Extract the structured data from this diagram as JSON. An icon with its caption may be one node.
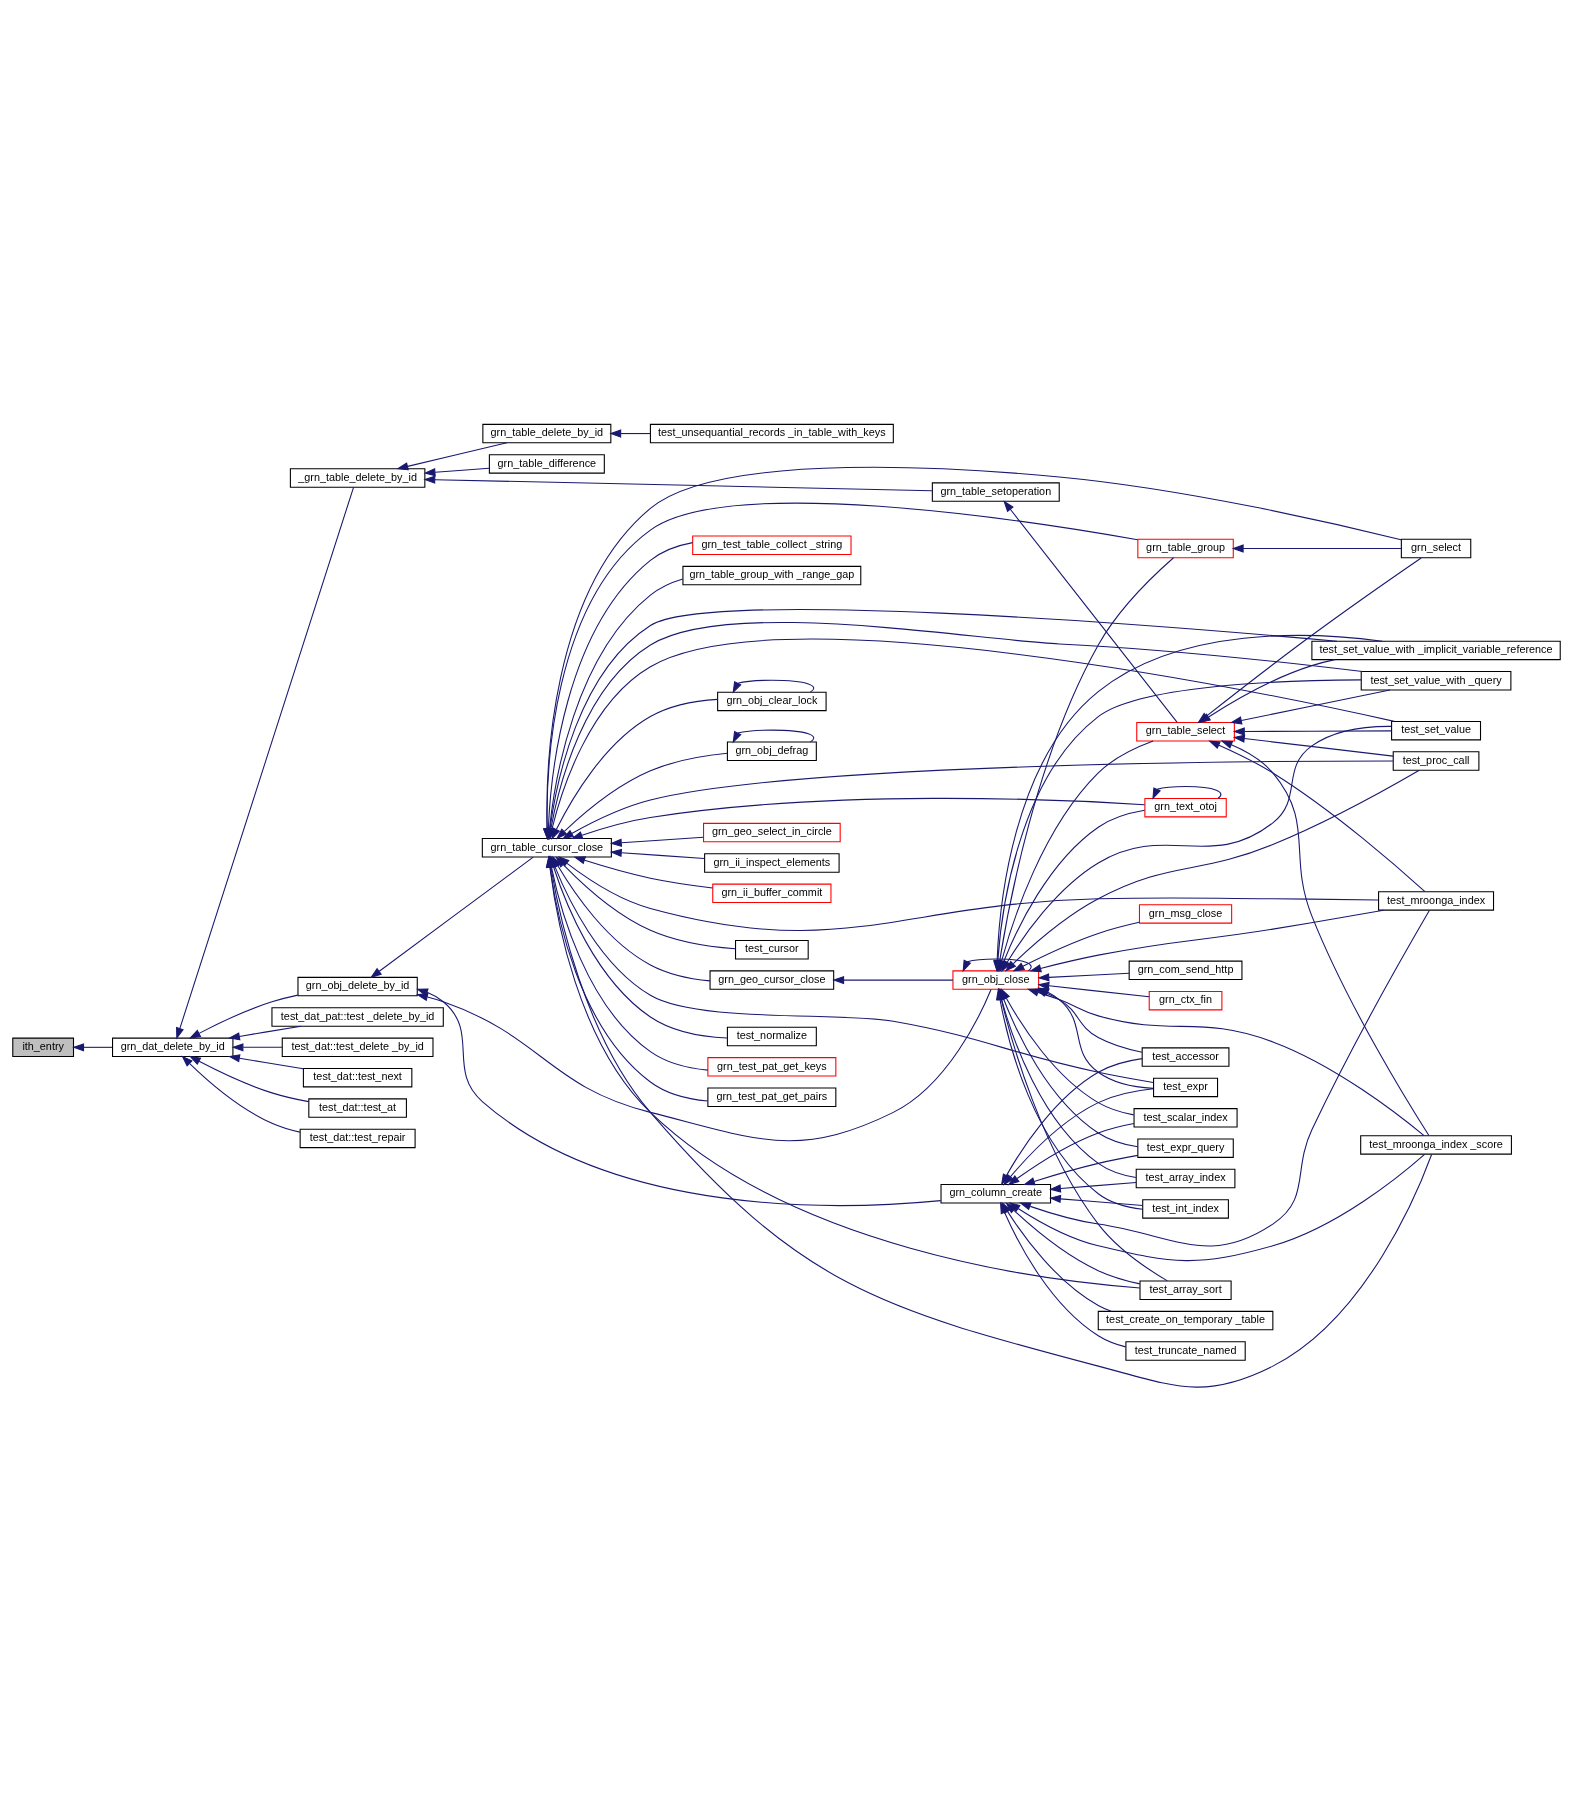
{
  "diagram": {
    "nodes": [
      {
        "text": [
          "ith_entry"
        ]
      },
      {
        "text": [
          "grn_dat_delete_by_id"
        ]
      },
      {
        "text": [
          "_grn_table_delete_by_id"
        ]
      },
      {
        "text": [
          "grn_obj_delete_by_id"
        ]
      },
      {
        "text": [
          "test_dat_pat::test _delete_by_id"
        ]
      },
      {
        "text": [
          "test_dat::test_delete _by_id"
        ]
      },
      {
        "text": [
          "test_dat::test_next"
        ]
      },
      {
        "text": [
          "test_dat::test_at"
        ]
      },
      {
        "text": [
          "test_dat::test_repair"
        ]
      },
      {
        "text": [
          "grn_table_delete_by_id"
        ]
      },
      {
        "text": [
          "grn_table_difference"
        ]
      },
      {
        "text": [
          "grn_table_cursor_close"
        ]
      },
      {
        "text": [
          "test_unsequantial_records _in_table_with_keys"
        ]
      },
      {
        "text": [
          "test_normalize"
        ]
      },
      {
        "text": [
          "grn_test_pat_get_keys"
        ]
      },
      {
        "text": [
          "grn_test_pat_get_pairs"
        ]
      },
      {
        "text": [
          "grn_test_table_collect _string"
        ]
      },
      {
        "text": [
          "grn_table_group_with _range_gap"
        ]
      },
      {
        "text": [
          "grn_geo_cursor_close"
        ]
      },
      {
        "text": [
          "grn_obj_clear_lock"
        ]
      },
      {
        "text": [
          "grn_obj_defrag"
        ]
      },
      {
        "text": [
          "grn_geo_select_in_circle"
        ]
      },
      {
        "text": [
          "grn_ii_inspect_elements"
        ]
      },
      {
        "text": [
          "grn_ii_buffer_commit"
        ]
      },
      {
        "text": [
          "test_cursor"
        ]
      },
      {
        "text": [
          "grn_table_setoperation"
        ]
      },
      {
        "text": [
          "grn_table_group"
        ]
      },
      {
        "text": [
          "grn_table_select"
        ]
      },
      {
        "text": [
          "grn_text_otoj"
        ]
      },
      {
        "text": [
          "grn_obj_close"
        ]
      },
      {
        "text": [
          "grn_msg_close"
        ]
      },
      {
        "text": [
          "grn_com_send_http"
        ]
      },
      {
        "text": [
          "grn_ctx_fin"
        ]
      },
      {
        "text": [
          "grn_column_create"
        ]
      },
      {
        "text": [
          "grn_select"
        ]
      },
      {
        "text": [
          "test_set_value_with _query"
        ]
      },
      {
        "text": [
          "test_proc_call"
        ]
      },
      {
        "text": [
          "test_set_value"
        ]
      },
      {
        "text": [
          "test_set_value_with _implicit_variable_reference"
        ]
      },
      {
        "text": [
          "test_expr_query"
        ]
      },
      {
        "text": [
          "test_array_index"
        ]
      },
      {
        "text": [
          "test_scalar_index"
        ]
      },
      {
        "text": [
          "test_accessor"
        ]
      },
      {
        "text": [
          "test_int_index"
        ]
      },
      {
        "text": [
          "test_expr"
        ]
      },
      {
        "text": [
          "test_array_sort"
        ]
      },
      {
        "text": [
          "test_create_on_temporary _table"
        ]
      },
      {
        "text": [
          "test_truncate_named"
        ]
      },
      {
        "text": [
          "test_mroonga_index"
        ]
      },
      {
        "text": [
          "test_mroonga_index _score"
        ]
      }
    ],
    "edges": [
      {
        "from": 1,
        "to": 0,
        "arrow": "to"
      },
      {
        "from": 2,
        "to": 1,
        "arrow": "to"
      },
      {
        "from": 3,
        "to": 1,
        "arrow": "to"
      },
      {
        "from": 4,
        "to": 1,
        "arrow": "to"
      },
      {
        "from": 5,
        "to": 1,
        "arrow": "to"
      },
      {
        "from": 6,
        "to": 1,
        "arrow": "to"
      },
      {
        "from": 7,
        "to": 1,
        "arrow": "to"
      },
      {
        "from": 8,
        "to": 1,
        "arrow": "to"
      },
      {
        "from": 9,
        "to": 2,
        "arrow": "to"
      },
      {
        "from": 10,
        "to": 2,
        "arrow": "to"
      },
      {
        "from": 25,
        "to": 2,
        "arrow": "to"
      },
      {
        "from": 11,
        "to": 3,
        "arrow": "to"
      },
      {
        "from": 29,
        "to": 3,
        "arrow": "to"
      },
      {
        "from": 33,
        "to": 3,
        "arrow": "to"
      },
      {
        "from": 12,
        "to": 9,
        "arrow": "to"
      },
      {
        "from": 13,
        "to": 11,
        "arrow": "to"
      },
      {
        "from": 14,
        "to": 11,
        "arrow": "to"
      },
      {
        "from": 15,
        "to": 11,
        "arrow": "to"
      },
      {
        "from": 16,
        "to": 11,
        "arrow": "to"
      },
      {
        "from": 17,
        "to": 11,
        "arrow": "to"
      },
      {
        "from": 18,
        "to": 11,
        "arrow": "to"
      },
      {
        "from": 19,
        "to": 11,
        "arrow": "to"
      },
      {
        "from": 20,
        "to": 11,
        "arrow": "to"
      },
      {
        "from": 21,
        "to": 11,
        "arrow": "to"
      },
      {
        "from": 22,
        "to": 11,
        "arrow": "to"
      },
      {
        "from": 23,
        "to": 11,
        "arrow": "to"
      },
      {
        "from": 24,
        "to": 11,
        "arrow": "to"
      },
      {
        "from": 26,
        "to": 11,
        "arrow": "to"
      },
      {
        "from": 34,
        "to": 11,
        "arrow": "to"
      },
      {
        "from": 35,
        "to": 11,
        "arrow": "to"
      },
      {
        "from": 36,
        "to": 11,
        "arrow": "to"
      },
      {
        "from": 37,
        "to": 11,
        "arrow": "to"
      },
      {
        "from": 38,
        "to": 11,
        "arrow": "to"
      },
      {
        "from": 28,
        "to": 11,
        "arrow": "to"
      },
      {
        "from": 44,
        "to": 11,
        "arrow": "to"
      },
      {
        "from": 45,
        "to": 11,
        "arrow": "to"
      },
      {
        "from": 48,
        "to": 11,
        "arrow": "to"
      },
      {
        "from": 49,
        "to": 11,
        "arrow": "to"
      },
      {
        "from": 19,
        "to": 19,
        "arrow": "to"
      },
      {
        "from": 20,
        "to": 20,
        "arrow": "to"
      },
      {
        "from": 29,
        "to": 18,
        "arrow": "to"
      },
      {
        "from": 27,
        "to": 25,
        "arrow": "to"
      },
      {
        "from": 34,
        "to": 26,
        "arrow": "to"
      },
      {
        "from": 34,
        "to": 27,
        "arrow": "to"
      },
      {
        "from": 35,
        "to": 27,
        "arrow": "to"
      },
      {
        "from": 36,
        "to": 27,
        "arrow": "to"
      },
      {
        "from": 37,
        "to": 27,
        "arrow": "to"
      },
      {
        "from": 38,
        "to": 27,
        "arrow": "to"
      },
      {
        "from": 48,
        "to": 27,
        "arrow": "to"
      },
      {
        "from": 49,
        "to": 27,
        "arrow": "to"
      },
      {
        "from": 28,
        "to": 28,
        "arrow": "to"
      },
      {
        "from": 26,
        "to": 29,
        "arrow": "to"
      },
      {
        "from": 27,
        "to": 29,
        "arrow": "to"
      },
      {
        "from": 28,
        "to": 29,
        "arrow": "to"
      },
      {
        "from": 29,
        "to": 29,
        "arrow": "to"
      },
      {
        "from": 30,
        "to": 29,
        "arrow": "to"
      },
      {
        "from": 31,
        "to": 29,
        "arrow": "to"
      },
      {
        "from": 32,
        "to": 29,
        "arrow": "to"
      },
      {
        "from": 35,
        "to": 29,
        "arrow": "to"
      },
      {
        "from": 36,
        "to": 29,
        "arrow": "to"
      },
      {
        "from": 37,
        "to": 29,
        "arrow": "to"
      },
      {
        "from": 38,
        "to": 29,
        "arrow": "to"
      },
      {
        "from": 39,
        "to": 29,
        "arrow": "to"
      },
      {
        "from": 40,
        "to": 29,
        "arrow": "to"
      },
      {
        "from": 41,
        "to": 29,
        "arrow": "to"
      },
      {
        "from": 42,
        "to": 29,
        "arrow": "to"
      },
      {
        "from": 43,
        "to": 29,
        "arrow": "to"
      },
      {
        "from": 44,
        "to": 29,
        "arrow": "to"
      },
      {
        "from": 45,
        "to": 29,
        "arrow": "to"
      },
      {
        "from": 48,
        "to": 29,
        "arrow": "to"
      },
      {
        "from": 49,
        "to": 29,
        "arrow": "to"
      },
      {
        "from": 39,
        "to": 33,
        "arrow": "to"
      },
      {
        "from": 40,
        "to": 33,
        "arrow": "to"
      },
      {
        "from": 41,
        "to": 33,
        "arrow": "to"
      },
      {
        "from": 42,
        "to": 33,
        "arrow": "to"
      },
      {
        "from": 43,
        "to": 33,
        "arrow": "to"
      },
      {
        "from": 44,
        "to": 33,
        "arrow": "to"
      },
      {
        "from": 45,
        "to": 33,
        "arrow": "to"
      },
      {
        "from": 46,
        "to": 33,
        "arrow": "to"
      },
      {
        "from": 47,
        "to": 33,
        "arrow": "to"
      },
      {
        "from": 48,
        "to": 33,
        "arrow": "to"
      },
      {
        "from": 49,
        "to": 33,
        "arrow": "to"
      }
    ]
  }
}
